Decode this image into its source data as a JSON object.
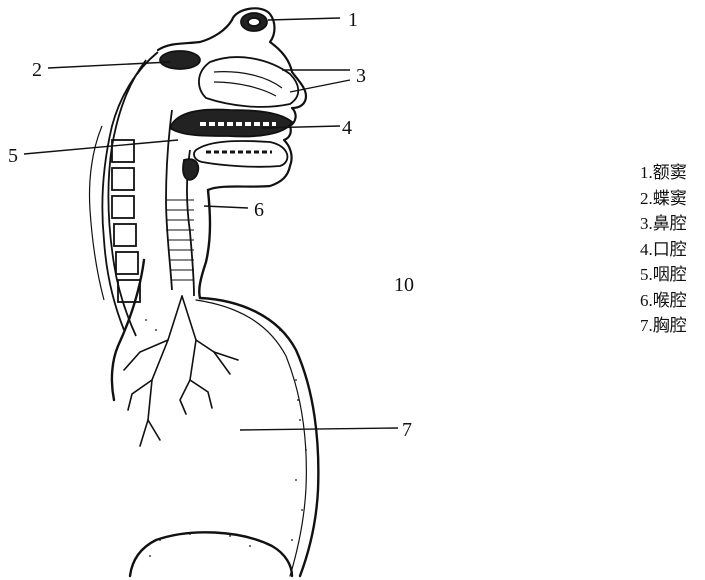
{
  "figure": {
    "number": "10",
    "callouts": [
      "1",
      "2",
      "3",
      "4",
      "5",
      "6",
      "7"
    ],
    "legend": [
      "1.额窦",
      "2.蝶窦",
      "3.鼻腔",
      "4.口腔",
      "5.咽腔",
      "6.喉腔",
      "7.胸腔"
    ]
  }
}
